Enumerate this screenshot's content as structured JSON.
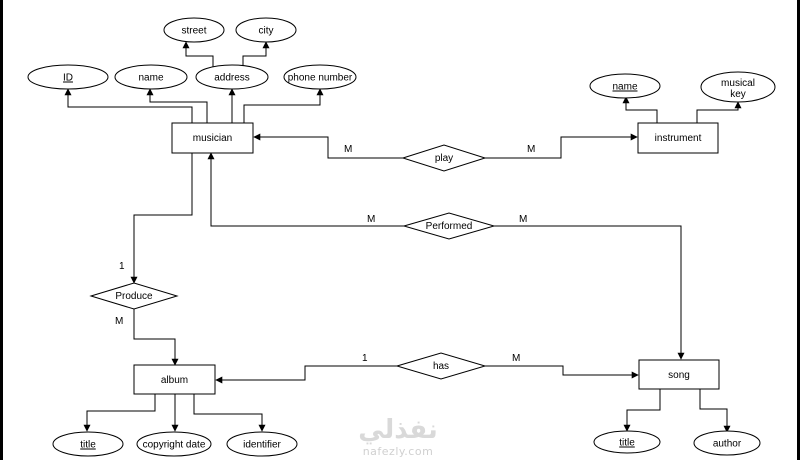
{
  "diagram": {
    "entities": {
      "musician": "musician",
      "instrument": "instrument",
      "album": "album",
      "song": "song"
    },
    "relationships": {
      "play": "play",
      "performed": "Performed",
      "produce": "Produce",
      "has": "has"
    },
    "attributes": {
      "musician_id": "ID",
      "musician_name": "name",
      "musician_address": "address",
      "address_street": "street",
      "address_city": "city",
      "musician_phone": "phone number",
      "instrument_name": "name",
      "instrument_key_line1": "musical",
      "instrument_key_line2": "key",
      "album_title": "title",
      "album_copyright": "copyright date",
      "album_identifier": "identifier",
      "song_title": "title",
      "song_author": "author"
    },
    "cardinalities": {
      "play_musician": "M",
      "play_instrument": "M",
      "performed_musician": "M",
      "performed_song": "M",
      "produce_musician": "1",
      "produce_album": "M",
      "has_album": "1",
      "has_song": "M"
    }
  },
  "watermark": {
    "arabic": "نفذلي",
    "latin": "nafezly.com"
  }
}
